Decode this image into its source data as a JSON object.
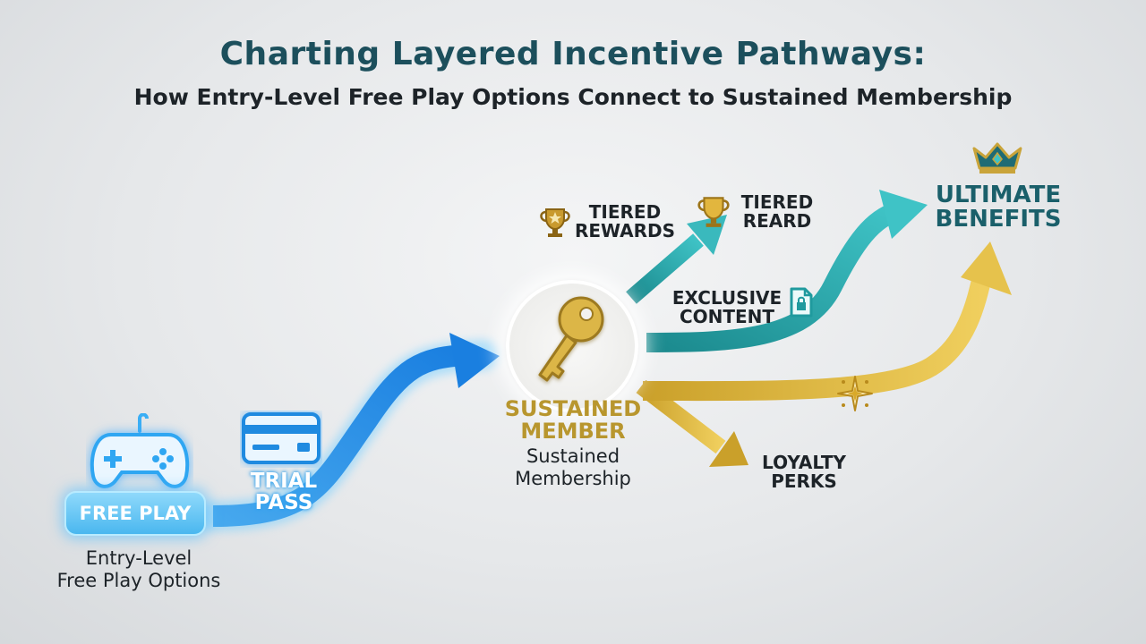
{
  "title": "Charting Layered Incentive Pathways:",
  "subtitle": "How Entry-Level Free Play Options Connect to Sustained Membership",
  "nodes": {
    "free_play": {
      "badge": "FREE PLAY",
      "caption_line1": "Entry-Level",
      "caption_line2": "Free Play Options",
      "icon": "gamepad-icon"
    },
    "trial_pass": {
      "line1": "TRIAL",
      "line2": "PASS",
      "icon": "card-icon"
    },
    "sustained_member": {
      "line1": "SUSTAINED",
      "line2": "MEMBER",
      "caption_line1": "Sustained",
      "caption_line2": "Membership",
      "icon": "key-icon"
    },
    "tiered_rewards": {
      "line1": "TIERED",
      "line2": "REWARDS",
      "icon": "trophy-star-icon"
    },
    "tiered_reard": {
      "line1": "TIERED",
      "line2": "REARD",
      "icon": "trophy-icon"
    },
    "exclusive_content": {
      "line1": "EXCLUSIVE",
      "line2": "CONTENT",
      "icon": "locked-document-icon"
    },
    "loyalty_perks": {
      "line1": "LOYALTY",
      "line2": "PERKS"
    },
    "ultimate_benefits": {
      "line1": "ULTIMATE",
      "line2": "BENEFITS",
      "icon": "crown-icon"
    },
    "sparkle": {
      "icon": "sparkle-icon"
    }
  },
  "colors": {
    "title": "#1c4f5c",
    "text": "#1d2328",
    "blue_path": "#1f8ae0",
    "teal_path": "#1f9a9e",
    "gold_path": "#d9b23a",
    "member_gold": "#b8962e",
    "ultimate_teal": "#1a5f6a"
  }
}
